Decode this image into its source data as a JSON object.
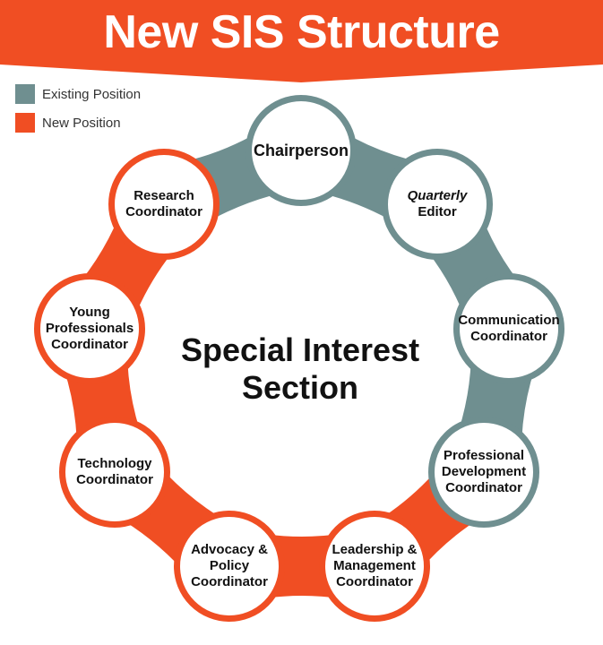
{
  "header": {
    "title": "New SIS Structure"
  },
  "legend": [
    {
      "label": "Existing Position",
      "type": "existing"
    },
    {
      "label": "New Position",
      "type": "new"
    }
  ],
  "colors": {
    "existing": "#6F8F90",
    "new": "#F04E23",
    "banner": "#F04E23"
  },
  "center": {
    "line1": "Special Interest",
    "line2": "Section"
  },
  "nodes": [
    {
      "lines": [
        "Chairperson"
      ],
      "type": "existing"
    },
    {
      "lines": [
        "Quarterly",
        "Editor"
      ],
      "type": "existing",
      "italic_first": true
    },
    {
      "lines": [
        "Communication",
        "Coordinator"
      ],
      "type": "existing"
    },
    {
      "lines": [
        "Professional",
        "Development",
        "Coordinator"
      ],
      "type": "existing"
    },
    {
      "lines": [
        "Leadership &",
        "Management",
        "Coordinator"
      ],
      "type": "new"
    },
    {
      "lines": [
        "Advocacy &",
        "Policy",
        "Coordinator"
      ],
      "type": "new"
    },
    {
      "lines": [
        "Technology",
        "Coordinator"
      ],
      "type": "new"
    },
    {
      "lines": [
        "Young",
        "Professionals",
        "Coordinator"
      ],
      "type": "new"
    },
    {
      "lines": [
        "Research",
        "Coordinator"
      ],
      "type": "new"
    }
  ],
  "links": [
    {
      "from": 8,
      "to": 0,
      "type": "existing"
    },
    {
      "from": 0,
      "to": 1,
      "type": "existing"
    },
    {
      "from": 1,
      "to": 2,
      "type": "existing"
    },
    {
      "from": 2,
      "to": 3,
      "type": "existing"
    },
    {
      "from": 3,
      "to": 4,
      "type": "new"
    },
    {
      "from": 4,
      "to": 5,
      "type": "new"
    },
    {
      "from": 5,
      "to": 6,
      "type": "new"
    },
    {
      "from": 6,
      "to": 7,
      "type": "new"
    },
    {
      "from": 7,
      "to": 8,
      "type": "new"
    }
  ]
}
